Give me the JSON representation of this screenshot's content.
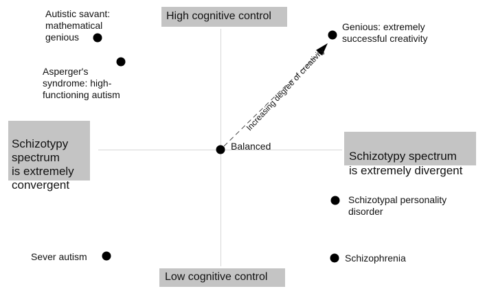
{
  "axes": {
    "top": "High cognitive control",
    "bottom": "Low cognitive control",
    "left": "Schizotypy\nspectrum\nis extremely\nconvergent",
    "right": "Schizotypy spectrum\nis extremely divergent"
  },
  "arrow_label": "Increasing degree of creativity",
  "points": [
    {
      "id": "savant",
      "label": "Autistic savant:\nmathematical\ngenious"
    },
    {
      "id": "asperger",
      "label": "Asperger's\nsyndrome: high-\nfunctioning autism"
    },
    {
      "id": "genius",
      "label": "Genious: extremely\nsuccessful creativity"
    },
    {
      "id": "balanced",
      "label": "Balanced"
    },
    {
      "id": "stpd",
      "label": "Schizotypal personality\ndisorder"
    },
    {
      "id": "autism",
      "label": "Sever autism"
    },
    {
      "id": "schizo",
      "label": "Schizophrenia"
    }
  ],
  "colors": {
    "box": "#c4c4c4",
    "axis": "#d6d6d6",
    "dot": "#000000"
  }
}
